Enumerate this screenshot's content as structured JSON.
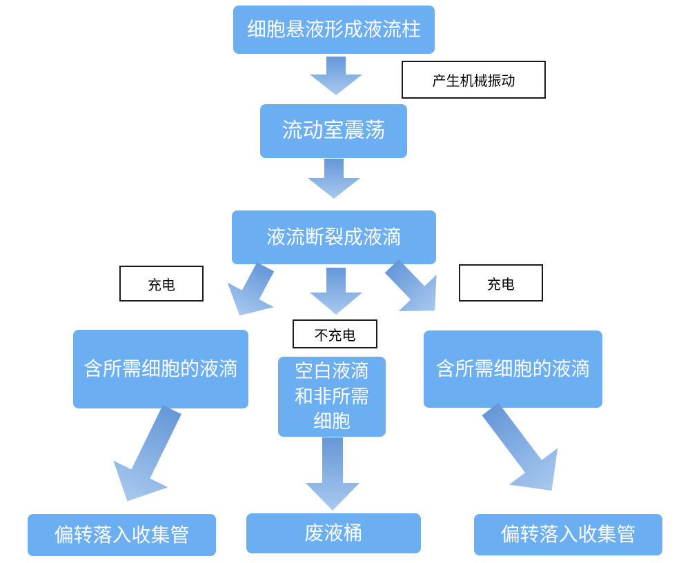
{
  "colors": {
    "box_fill": "#6caef2",
    "box_text": "#ffffff",
    "arrow_start": "#6597d8",
    "arrow_end": "#a8c9ee",
    "label_border": "#1a1a1a",
    "label_text": "#000000",
    "page_bg": "#ffffff"
  },
  "flowchart": {
    "type": "flow-diagram",
    "nodes": {
      "step1": "细胞悬液形成液流柱",
      "step2": "流动室震荡",
      "step3": "液流断裂成液滴",
      "midLeft": "含所需细胞的液滴",
      "midCenter": "空白液滴和非所需细胞",
      "midRight": "含所需细胞的液滴",
      "botLeft": "偏转落入收集管",
      "botCenter": "废液桶",
      "botRight": "偏转落入收集管"
    },
    "labels": {
      "vibration": "产生机械振动",
      "chargeLeft": "充电",
      "chargeRight": "充电",
      "noCharge": "不充电"
    }
  }
}
